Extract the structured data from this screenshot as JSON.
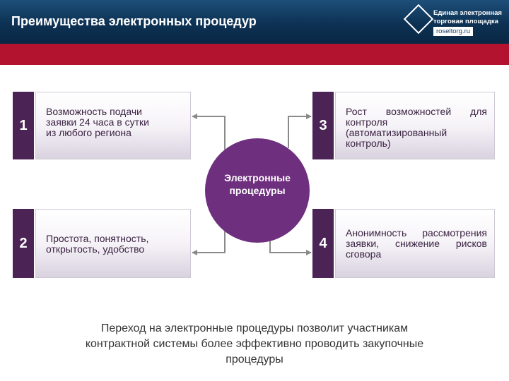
{
  "header": {
    "title": "Преимущества электронных процедур",
    "logo": {
      "line1": "Единая электронная",
      "line2": "торговая площадка",
      "url": "roseltorg.ru"
    }
  },
  "center": {
    "label_line1": "Электронные",
    "label_line2": "процедуры"
  },
  "advantages": [
    {
      "number": "1",
      "line1": "Возможность подачи",
      "line2": "заявки 24 часа в сутки",
      "line3": "из любого региона"
    },
    {
      "number": "2",
      "line1": "Простота, понятность,",
      "line2": "открытость, удобство"
    },
    {
      "number": "3",
      "line1": "Рост возможностей для",
      "line2": "контроля",
      "line3": "(автоматизированный",
      "line4": "контроль)"
    },
    {
      "number": "4",
      "line1": "Анонимность рассмотрения",
      "line2": "заявки, снижение рисков",
      "line3": "сговора"
    }
  ],
  "conclusion": {
    "line1": "Переход на электронные процедуры позволит участникам",
    "line2": "контрактной системы более эффективно проводить закупочные",
    "line3": "процедуры"
  },
  "colors": {
    "header": "#0d3153",
    "red_band": "#b3132e",
    "accent_purple": "#6e2f7e",
    "number_box": "#4b2455"
  }
}
